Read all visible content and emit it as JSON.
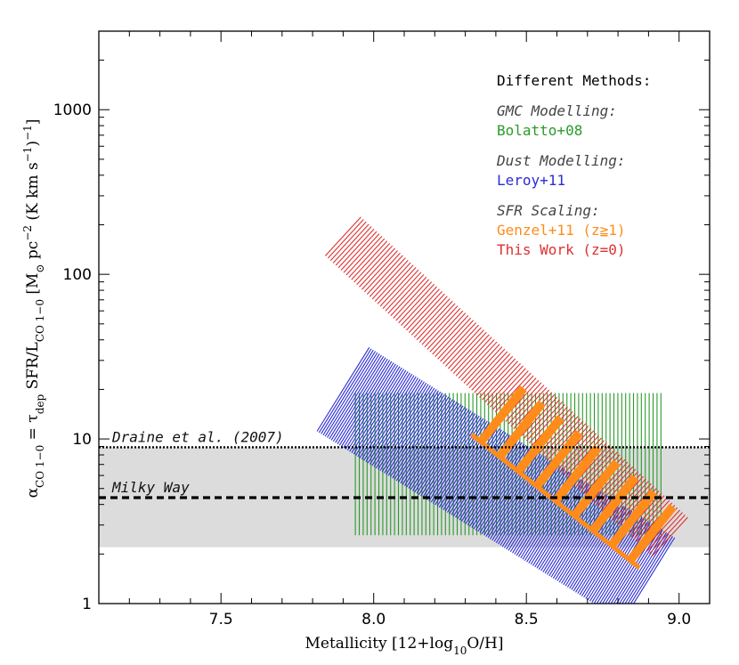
{
  "chart_data": {
    "type": "area",
    "xlabel_parts": [
      "Metallicity [12+log",
      "10",
      "O/H]"
    ],
    "ylabel_parts": [
      "α",
      "CO 1−0",
      " = τ",
      "dep",
      " SFR/L",
      "CO 1−0",
      " [M",
      "⊙",
      " pc",
      "−2",
      " (K km s",
      "−1",
      ")",
      "−1",
      "]"
    ],
    "xlim": [
      7.1,
      9.1
    ],
    "ylim": [
      1,
      3000
    ],
    "y_scale": "log",
    "x_ticks": [
      7.5,
      8.0,
      8.5,
      9.0
    ],
    "x_tick_labels": [
      "7.5",
      "8.0",
      "8.5",
      "9.0"
    ],
    "y_ticks": [
      1,
      10,
      100,
      1000
    ],
    "y_tick_labels": [
      "1",
      "10",
      "100",
      "1000"
    ],
    "legend": {
      "heading": "Different Methods:",
      "groups": [
        {
          "title": "GMC Modelling:",
          "items": [
            {
              "label": "Bolatto+08",
              "color": "#2a9a2a"
            }
          ]
        },
        {
          "title": "Dust Modelling:",
          "items": [
            {
              "label": "Leroy+11",
              "color": "#2b2bd6"
            }
          ]
        },
        {
          "title": "SFR Scaling:",
          "items": [
            {
              "label": "Genzel+11 (z≧1)",
              "color": "#ff8c1a"
            },
            {
              "label": "This Work (z=0)",
              "color": "#e03030"
            }
          ]
        }
      ]
    },
    "reference_lines": [
      {
        "label": "Draine et al. (2007)",
        "y": 8.9,
        "style": "dotted",
        "color": "#000000"
      },
      {
        "label": "Milky Way",
        "y": 4.4,
        "style": "dashed",
        "color": "#000000"
      }
    ],
    "milky_way_band": {
      "y_range": [
        2.2,
        8.9
      ],
      "color": "#dcdcdc"
    },
    "series": [
      {
        "name": "Bolatto+08",
        "color": "#2a9a2a",
        "x_range": [
          7.94,
          8.95
        ],
        "y_range": [
          2.6,
          19.0
        ]
      },
      {
        "name": "Leroy+11",
        "color": "#2b2bd6",
        "center_x": [
          7.9,
          8.9
        ],
        "center_y": [
          20.0,
          1.4
        ],
        "perp_half_width_dex": 0.3
      },
      {
        "name": "This Work (z=0)",
        "color": "#e03030",
        "center_x": [
          7.9,
          8.97
        ],
        "center_y": [
          170.0,
          2.55
        ],
        "perp_half_width_dex": 0.16
      },
      {
        "name": "Genzel+11 (z≧1)",
        "color": "#ff8c1a",
        "center_x": [
          8.39,
          8.94
        ],
        "center_y": [
          15.5,
          2.4
        ],
        "perp_half_width_dex": 0.08,
        "segments": 9
      }
    ]
  }
}
